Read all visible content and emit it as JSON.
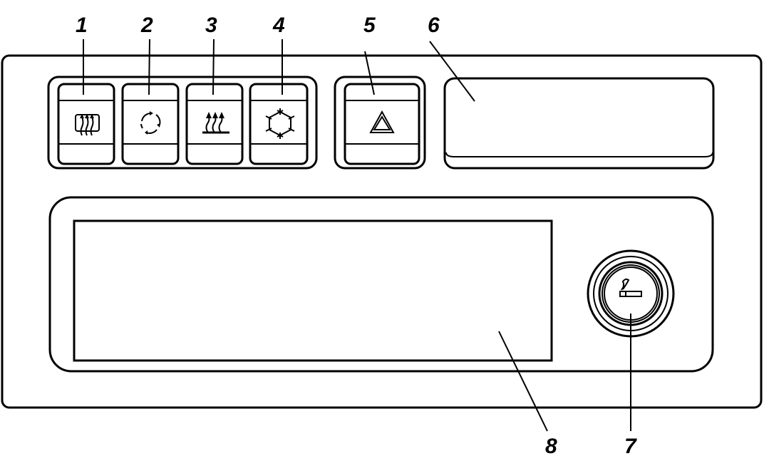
{
  "diagram": {
    "callouts": {
      "c1": "1",
      "c2": "2",
      "c3": "3",
      "c4": "4",
      "c5": "5",
      "c6": "6",
      "c7": "7",
      "c8": "8"
    },
    "items": [
      {
        "callout": "1",
        "icon": "rear-defrost-icon"
      },
      {
        "callout": "2",
        "icon": "recirculation-icon"
      },
      {
        "callout": "3",
        "icon": "seat-heat-icon"
      },
      {
        "callout": "4",
        "icon": "air-conditioning-snowflake-icon"
      },
      {
        "callout": "5",
        "icon": "hazard-warning-triangle-icon"
      },
      {
        "callout": "6",
        "icon": "blank-slot"
      },
      {
        "callout": "7",
        "icon": "cigarette-lighter-icon"
      },
      {
        "callout": "8",
        "icon": "storage-compartment"
      }
    ],
    "colors": {
      "line": "#000000",
      "background": "#ffffff"
    }
  }
}
